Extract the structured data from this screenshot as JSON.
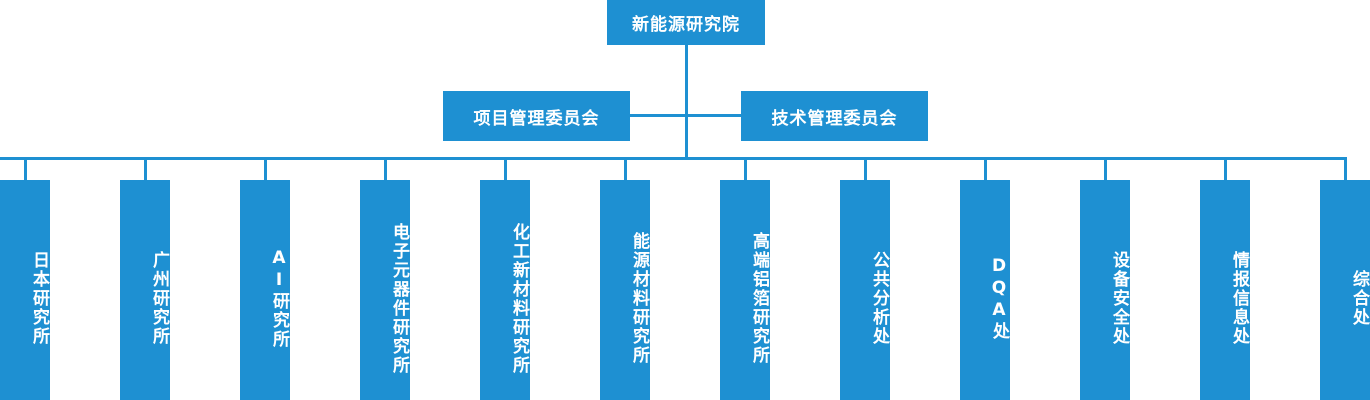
{
  "colors": {
    "box_fill": "#1e90d2",
    "connector": "#1e90d2",
    "text": "#ffffff",
    "background": "#ffffff"
  },
  "chart_data": {
    "type": "diagram",
    "title": "",
    "orientation": "top-down organizational hierarchy",
    "levels": 3
  },
  "root": {
    "label": "新能源研究院"
  },
  "committees": [
    {
      "label": "项目管理委员会"
    },
    {
      "label": "技术管理委员会"
    }
  ],
  "departments": [
    {
      "label": "日本研究所"
    },
    {
      "label": "广州研究所"
    },
    {
      "label": "AI研究所"
    },
    {
      "label": "电子元器件研究所"
    },
    {
      "label": "化工新材料研究所"
    },
    {
      "label": "能源材料研究所"
    },
    {
      "label": "高端铝箔研究所"
    },
    {
      "label": "公共分析处"
    },
    {
      "label": "DQA处"
    },
    {
      "label": "设备安全处"
    },
    {
      "label": "情报信息处"
    },
    {
      "label": "综合处"
    }
  ]
}
